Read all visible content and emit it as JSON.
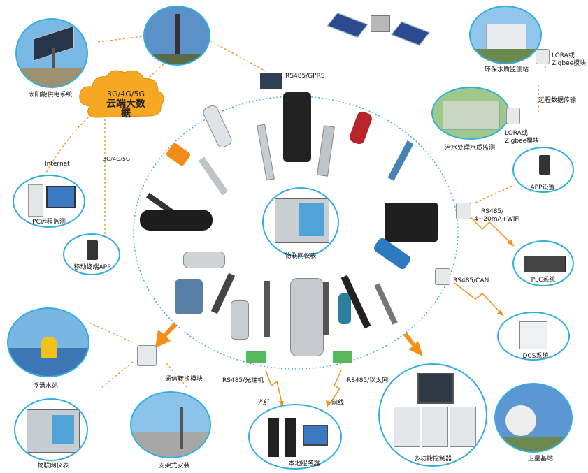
{
  "cloud": {
    "line1": "3G/4G/5G",
    "line2": "云端大数据"
  },
  "center": {
    "label": "物联网仪表"
  },
  "links": {
    "internet": "Internet",
    "mobile_net": "3G/4G/5G",
    "gprs": "RS485/GPRS",
    "lora1": "LORA或",
    "zigbee1": "Zigbee模块",
    "remote": "远程数据传输",
    "lora2": "LORA或",
    "zigbee2": "Zigbee模块",
    "rs485_wifi_1": "RS485/",
    "rs485_wifi_2": "4~20mA+WiFi",
    "rs485_can": "RS485/CAN",
    "rs485_fiber": "RS485/光端机",
    "rs485_eth": "RS485/以太网",
    "fiber": "光纤",
    "cable": "网线"
  },
  "nodes": {
    "solar": "太阳能供电系统",
    "env_station": "环保水质监测站",
    "sewage": "污水处理水质监测",
    "pc": "PC远程监测",
    "mobile": "移动终端APP",
    "app": "APP设置",
    "plc": "PLC系统",
    "dcs": "DCS系统",
    "buoy": "浮漂水站",
    "converter": "通信转换模块",
    "iot_meter": "物联网仪表",
    "bracket": "支架式安装",
    "server": "本地服务器",
    "controller": "多功能控制器",
    "satellite": "卫星基站"
  },
  "colors": {
    "accent": "#33aee0",
    "orange": "#f29019",
    "cloud": "#f7a823"
  }
}
